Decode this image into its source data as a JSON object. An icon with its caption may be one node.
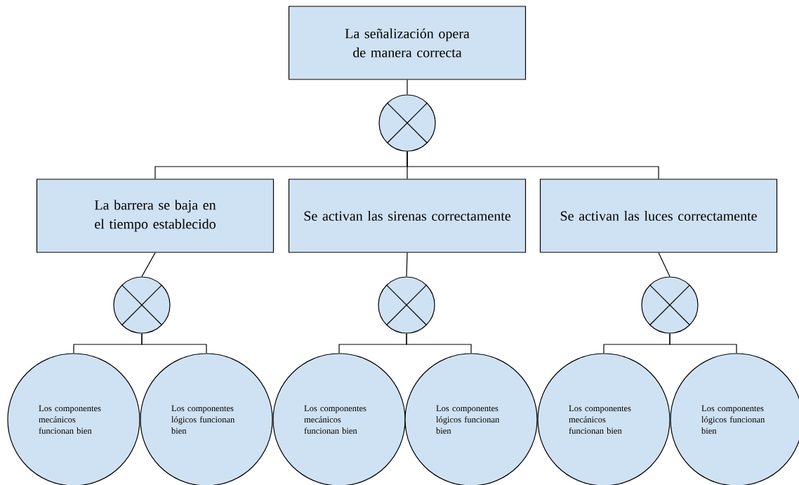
{
  "diagram": {
    "nodes": [
      {
        "text": [
          "La señalización opera de manera correcta"
        ]
      },
      {
        "text": [],
        "shape": "circle"
      },
      {
        "text": [
          "La barrera se baja en el tiempo establecido"
        ]
      },
      {
        "text": [
          "Se activan las sirenas correctamente"
        ]
      },
      {
        "text": [
          "Se activan las luces correctamente"
        ]
      },
      {
        "text": [],
        "shape": "circle"
      },
      {
        "text": [],
        "shape": "circle"
      },
      {
        "text": [],
        "shape": "circle"
      },
      {
        "text": [
          "Los componentes mecánicos funcionan bien"
        ]
      },
      {
        "text": [
          "Los componentes lógicos funcionan bien"
        ]
      },
      {
        "text": [
          "Los componentes mecánicos funcionan bien"
        ]
      },
      {
        "text": [
          "Los componentes lógicos funcionan bien"
        ]
      },
      {
        "text": [
          "Los componentes mecánicos funcionan bien"
        ]
      },
      {
        "text": [
          "Los componentes lógicos funcionan bien"
        ]
      }
    ],
    "edges": [
      {
        "from": 0,
        "to": 1,
        "arrow": "none"
      },
      {
        "from": 1,
        "to": 2,
        "arrow": "none"
      },
      {
        "from": 1,
        "to": 3,
        "arrow": "none"
      },
      {
        "from": 1,
        "to": 4,
        "arrow": "none"
      },
      {
        "from": 2,
        "to": 5,
        "arrow": "none"
      },
      {
        "from": 3,
        "to": 6,
        "arrow": "none"
      },
      {
        "from": 4,
        "to": 7,
        "arrow": "none"
      },
      {
        "from": 5,
        "to": 8,
        "arrow": "none"
      },
      {
        "from": 5,
        "to": 9,
        "arrow": "none"
      },
      {
        "from": 6,
        "to": 10,
        "arrow": "none"
      },
      {
        "from": 6,
        "to": 11,
        "arrow": "none"
      },
      {
        "from": 7,
        "to": 12,
        "arrow": "none"
      },
      {
        "from": 7,
        "to": 13,
        "arrow": "none"
      }
    ]
  }
}
